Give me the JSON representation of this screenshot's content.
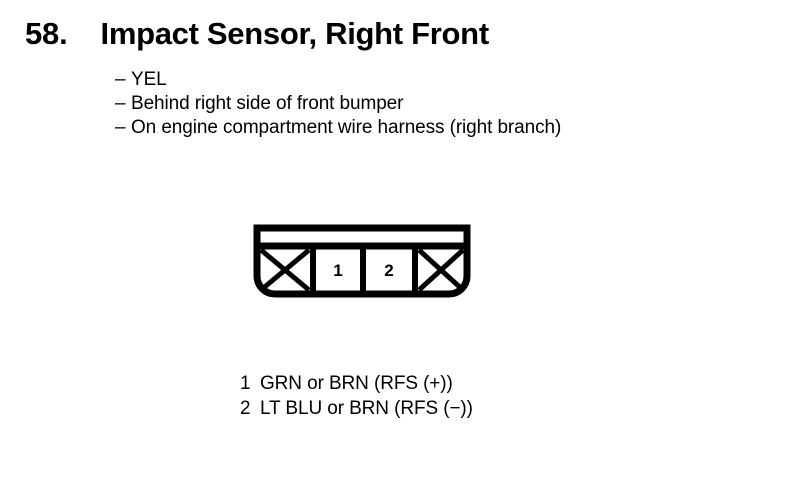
{
  "page": {
    "background_color": "#ffffff",
    "ink_color": "#000000"
  },
  "heading": {
    "number": "58.",
    "title": "Impact Sensor, Right Front"
  },
  "notes": {
    "bullet_glyph": "–",
    "items": [
      "YEL",
      "Behind right side of front bumper",
      "On engine compartment wire harness (right branch)"
    ]
  },
  "connector": {
    "type": "2-way connector face view",
    "cells": [
      {
        "kind": "blocked",
        "label": ""
      },
      {
        "kind": "pin",
        "label": "1"
      },
      {
        "kind": "pin",
        "label": "2"
      },
      {
        "kind": "blocked",
        "label": ""
      }
    ],
    "has_top_slot": true,
    "outline_color": "#000000"
  },
  "legend": {
    "rows": [
      {
        "pin": "1",
        "description": "GRN or BRN (RFS (+))"
      },
      {
        "pin": "2",
        "description": "LT BLU or BRN (RFS (−))"
      }
    ]
  }
}
